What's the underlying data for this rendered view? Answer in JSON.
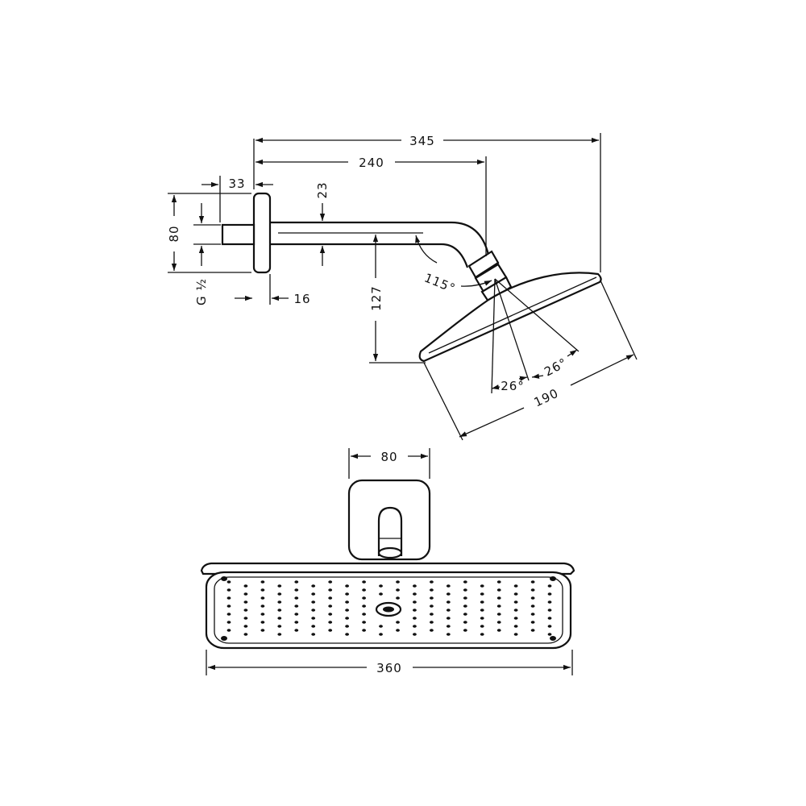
{
  "side_view": {
    "dim_total_length": "345",
    "dim_arm_length": "240",
    "dim_wall_plate_depth": "33",
    "dim_arm_diameter": "23",
    "dim_wall_plate_height": "80",
    "dim_thread": "G ½",
    "dim_thread_length": "16",
    "dim_drop_height": "127",
    "dim_angle_arm": "115°",
    "dim_tilt_a": "26°",
    "dim_tilt_b": "26°",
    "dim_head_depth": "190"
  },
  "front_view": {
    "dim_wall_plate_width": "80",
    "dim_head_width": "360"
  },
  "colors": {
    "line": "#111111",
    "background": "#ffffff"
  }
}
